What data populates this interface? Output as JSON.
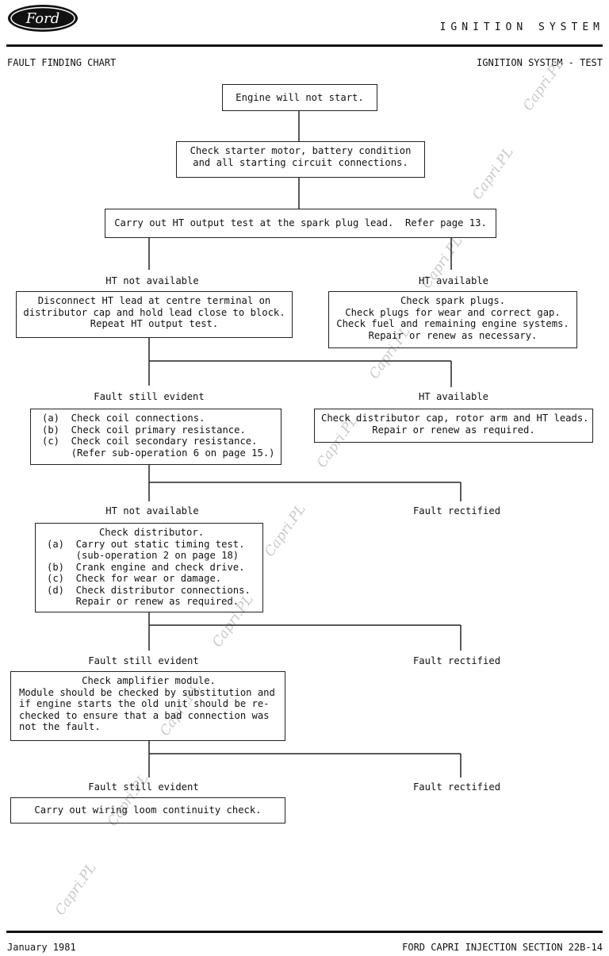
{
  "header": {
    "logo_text": "Ford",
    "section_title": "IGNITION SYSTEM",
    "left_subtitle": "FAULT FINDING CHART",
    "right_subtitle": "IGNITION SYSTEM - TEST"
  },
  "watermark_text": "Capri.PL",
  "flowchart": {
    "start": [
      "Engine will not start."
    ],
    "check_starter": [
      "Check starter motor, battery condition",
      "and all starting circuit connections."
    ],
    "ht_output_test": [
      "Carry out HT output test at the spark plug lead.  Refer page 13."
    ],
    "label_ht_not_available_1": "HT not available",
    "label_ht_available_1": "HT available",
    "disconnect_ht": [
      "Disconnect HT lead at centre terminal on",
      "distributor cap and hold lead close to block.",
      "Repeat HT output test."
    ],
    "check_plugs": [
      "Check spark plugs.",
      "Check plugs for wear and correct gap.",
      "Check fuel and remaining engine systems.",
      "Repair or renew as necessary."
    ],
    "label_fault_still_evident_1": "Fault still evident",
    "label_ht_available_2": "HT available",
    "check_coil": [
      "(a)  Check coil connections.",
      "(b)  Check coil primary resistance.",
      "(c)  Check coil secondary resistance.",
      "     (Refer sub-operation 6 on page 15.)"
    ],
    "check_dist_cap": [
      "Check distributor cap, rotor arm and HT leads.",
      "Repair or renew as required."
    ],
    "label_ht_not_available_2": "HT not available",
    "label_fault_rectified_1": "Fault rectified",
    "check_distributor_title": "Check distributor.",
    "check_distributor": [
      "(a)  Carry out static timing test.",
      "     (sub-operation 2 on page 18)",
      "(b)  Crank engine and check drive.",
      "(c)  Check for wear or damage.",
      "(d)  Check distributor connections.",
      "     Repair or renew as required."
    ],
    "label_fault_still_evident_2": "Fault still evident",
    "label_fault_rectified_2": "Fault rectified",
    "check_amplifier_title": "Check amplifier module.",
    "check_amplifier": [
      "Module should be checked by substitution and",
      "if engine starts the old unit should be re-",
      "checked to ensure that a bad connection was",
      "not the fault."
    ],
    "label_fault_still_evident_3": "Fault still evident",
    "label_fault_rectified_3": "Fault rectified",
    "wiring_check": [
      "Carry out wiring loom continuity check."
    ]
  },
  "footer": {
    "date": "January 1981",
    "section": "FORD CAPRI INJECTION SECTION 22B-14"
  }
}
